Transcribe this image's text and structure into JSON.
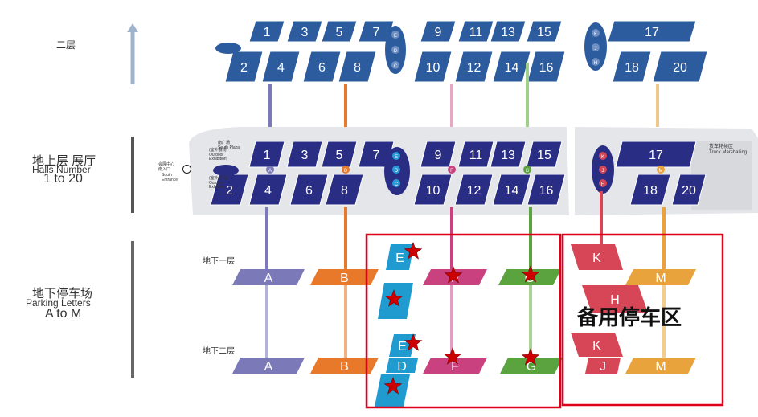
{
  "floors": {
    "level2": {
      "label": "二层"
    },
    "ground": {
      "line1": "地上层 展厅",
      "line2": "Halls Number",
      "line3": "1 to 20"
    },
    "underground": {
      "line1": "地下停车场",
      "line2": "Parking Letters",
      "line3": "A to M"
    }
  },
  "sublevels": {
    "b1": "地下一层",
    "b2": "地下二层"
  },
  "halls": {
    "upper_row": [
      "1",
      "3",
      "5",
      "7",
      "9",
      "11",
      "13",
      "15",
      "17"
    ],
    "lower_row": [
      "2",
      "4",
      "6",
      "8",
      "10",
      "12",
      "14",
      "16",
      "18",
      "20"
    ]
  },
  "pod_letters": {
    "center_upper": [
      "E",
      "D",
      "C"
    ],
    "center_ground": [
      "E",
      "D",
      "C"
    ],
    "east_upper": [
      "K",
      "J",
      "H"
    ],
    "east_ground": [
      "K",
      "J",
      "H"
    ],
    "connectors": [
      "A",
      "B",
      "F",
      "G",
      "M"
    ]
  },
  "parking_b1": [
    "A",
    "B",
    "E",
    "F",
    "G",
    "K",
    "H",
    "M"
  ],
  "parking_b2": [
    "A",
    "B",
    "E",
    "D",
    "F",
    "G",
    "K",
    "J",
    "M"
  ],
  "ground_annotations": {
    "south_plaza": "南广场\nSouth Plaza",
    "outdoor_north": "(室外展场)\nOutdoor\nExhibition",
    "outdoor_south": "(室外展场)\nOutdoor\nExhibition",
    "entrance": "会展中心\n南入口",
    "entrance_en": "South\nEntrance",
    "truck": "货车轮候区\nTruck Marshalling"
  },
  "overlay": {
    "reserve_label": "备用停车区",
    "frame_color": "#e0001b",
    "star_color": "#cc0000"
  },
  "colors": {
    "hall": "#2d5c9e",
    "hall_ground": "#2a2d84",
    "A": "#7b79b8",
    "B": "#e8782a",
    "E": "#1f9bd0",
    "F": "#c9427f",
    "G": "#5aa33e",
    "K": "#d64656",
    "M": "#e9a33d"
  }
}
